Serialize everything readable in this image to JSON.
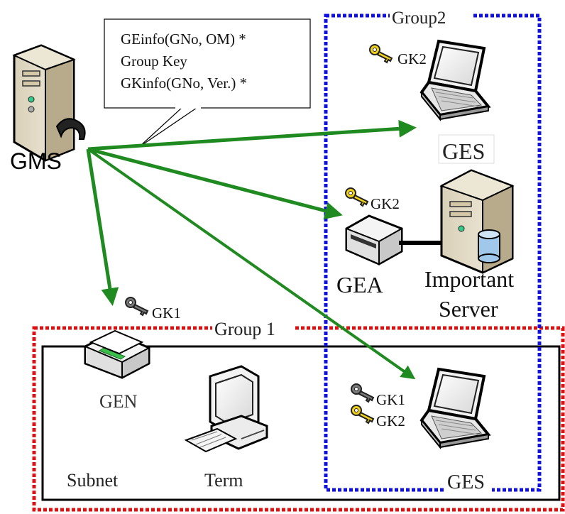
{
  "callout": {
    "line1": "GEinfo(GNo, OM) *",
    "line2": "Group Key",
    "line3": "GKinfo(GNo, Ver.) *"
  },
  "nodes": {
    "gms": "GMS",
    "ges_top": "GES",
    "gea": "GEA",
    "server_line1": "Important",
    "server_line2": "Server",
    "gen": "GEN",
    "term": "Term",
    "subnet": "Subnet",
    "ges_bottom": "GES"
  },
  "groups": {
    "group1": "Group 1",
    "group2": "Group2"
  },
  "keys": {
    "ges_top": "GK2",
    "gea": "GK2",
    "gen": "GK1",
    "ges_bottom_1": "GK1",
    "ges_bottom_2": "GK2"
  },
  "colors": {
    "arrow": "#1f8a1f",
    "group1_border": "#e01010",
    "group2_border": "#1010e0",
    "key_yellow": "#f2d21a",
    "key_gray": "#7a7a7a"
  }
}
